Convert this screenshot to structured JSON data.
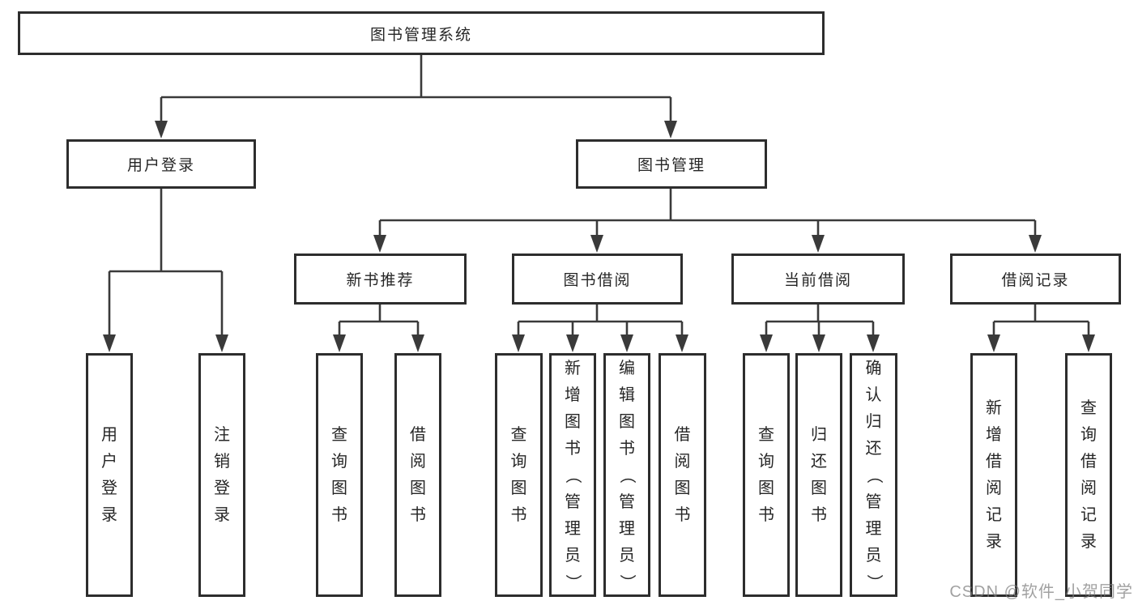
{
  "root": {
    "label": "图书管理系统"
  },
  "level2": {
    "user_login": {
      "label": "用户登录"
    },
    "book_management": {
      "label": "图书管理"
    }
  },
  "level3": {
    "new_book_recommendation": {
      "label": "新书推荐"
    },
    "book_borrowing": {
      "label": "图书借阅"
    },
    "current_borrowing": {
      "label": "当前借阅"
    },
    "borrowing_records": {
      "label": "借阅记录"
    }
  },
  "leaves": {
    "user_login": {
      "label": "用户登录"
    },
    "logout": {
      "label": "注销登录"
    },
    "recommend_query_books": {
      "label": "查询图书"
    },
    "recommend_borrow_books": {
      "label": "借阅图书"
    },
    "borrowing_query_books": {
      "label": "查询图书"
    },
    "borrowing_add_books_admin": {
      "label": "新增图书（管理员）"
    },
    "borrowing_edit_books_admin": {
      "label": "编辑图书（管理员）"
    },
    "borrowing_borrow_books": {
      "label": "借阅图书"
    },
    "current_query_books": {
      "label": "查询图书"
    },
    "current_return_books": {
      "label": "归还图书"
    },
    "current_confirm_return_admin": {
      "label": "确认归还（管理员）"
    },
    "records_add_record": {
      "label": "新增借阅记录"
    },
    "records_query_record": {
      "label": "查询借阅记录"
    }
  },
  "watermark": {
    "text": "CSDN @软件_小贺同学"
  },
  "colors": {
    "box_border": "#2d2d2d",
    "connector_line": "#3a3a3a",
    "text": "#262626",
    "background": "#ffffff",
    "watermark_text": "#7d7d7d"
  }
}
